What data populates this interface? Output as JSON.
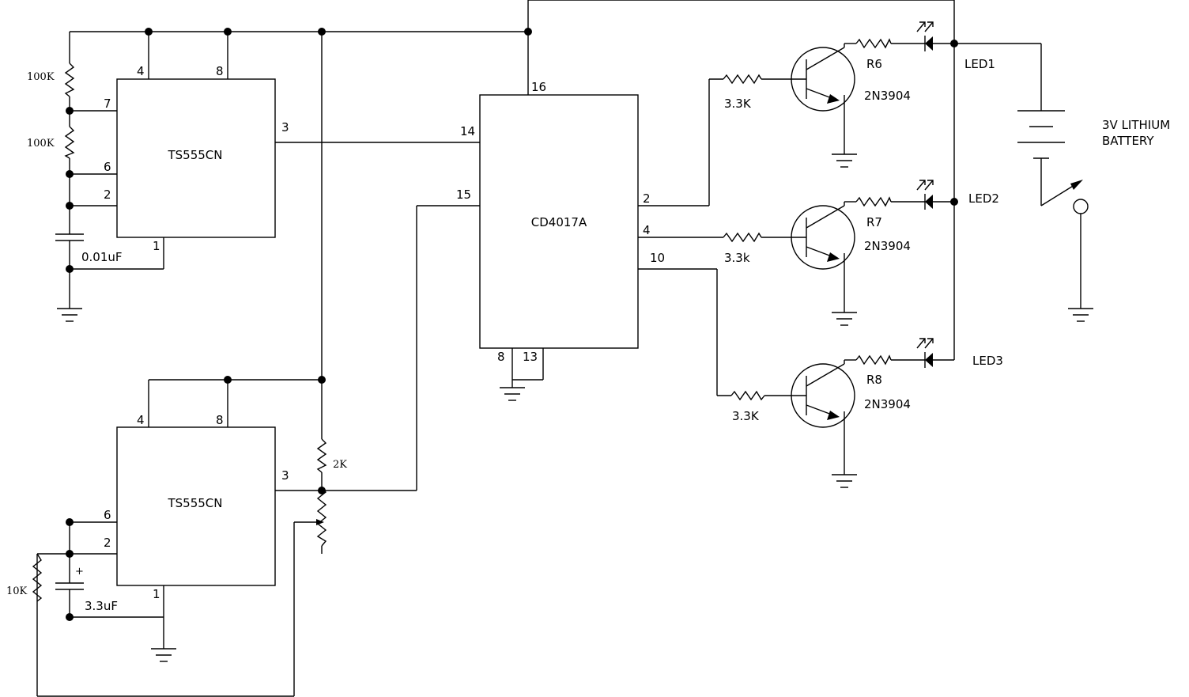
{
  "chips": {
    "timer1": {
      "name": "TS555CN",
      "pins": {
        "p4": "4",
        "p8": "8",
        "p7": "7",
        "p6": "6",
        "p2": "2",
        "p3": "3",
        "p1": "1"
      }
    },
    "timer2": {
      "name": "TS555CN",
      "pins": {
        "p4": "4",
        "p8": "8",
        "p6": "6",
        "p2": "2",
        "p3": "3",
        "p1": "1"
      }
    },
    "counter": {
      "name": "CD4017A",
      "pins": {
        "p16": "16",
        "p14": "14",
        "p15": "15",
        "p2": "2",
        "p4": "4",
        "p10": "10",
        "p8": "8",
        "p13": "13"
      }
    }
  },
  "components": {
    "r_top": "100K",
    "r_mid": "100K",
    "c_timer1": "0.01uF",
    "r_2k": "2K",
    "r_10k": "10K",
    "c_timer2": "3.3uF",
    "c_plus": "+",
    "rb1": "3.3K",
    "rb2": "3.3k",
    "rb3": "3.3K",
    "r6": "R6",
    "r7": "R7",
    "r8": "R8",
    "q1": "2N3904",
    "q2": "2N3904",
    "q3": "2N3904",
    "led1": "LED1",
    "led2": "LED2",
    "led3": "LED3",
    "battery_line1": "3V LITHIUM",
    "battery_line2": "BATTERY"
  }
}
